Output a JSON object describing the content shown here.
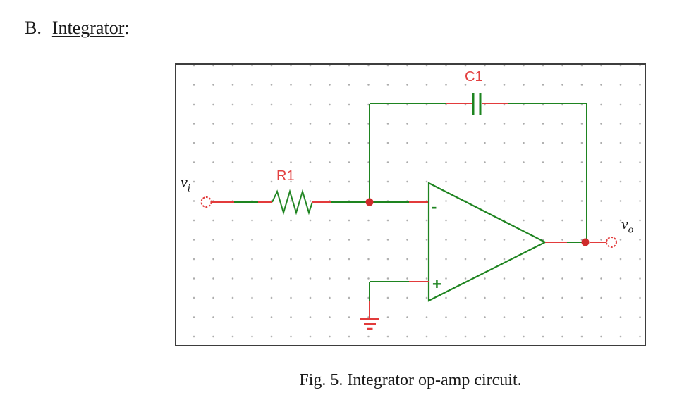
{
  "page": {
    "heading": {
      "prefix": "B.",
      "underlined": "Integrator",
      "suffix": ":"
    },
    "caption": "Fig. 5. Integrator op-amp circuit."
  },
  "schematic": {
    "components": {
      "resistor_label": "R1",
      "capacitor_label": "C1",
      "input_node": "v",
      "input_node_sub": "i",
      "output_node": "v",
      "output_node_sub": "o",
      "opamp_inverting_sign": "-",
      "opamp_noninverting_sign": "+"
    },
    "colors": {
      "wire_green": "#1e8420",
      "pin_red": "#e23b3b",
      "junction_red": "#cf2b2b",
      "label_red": "#e34040",
      "grid_dot": "#aaaaaa",
      "border": "#3d3d3d",
      "text": "#1b1b1b"
    }
  }
}
